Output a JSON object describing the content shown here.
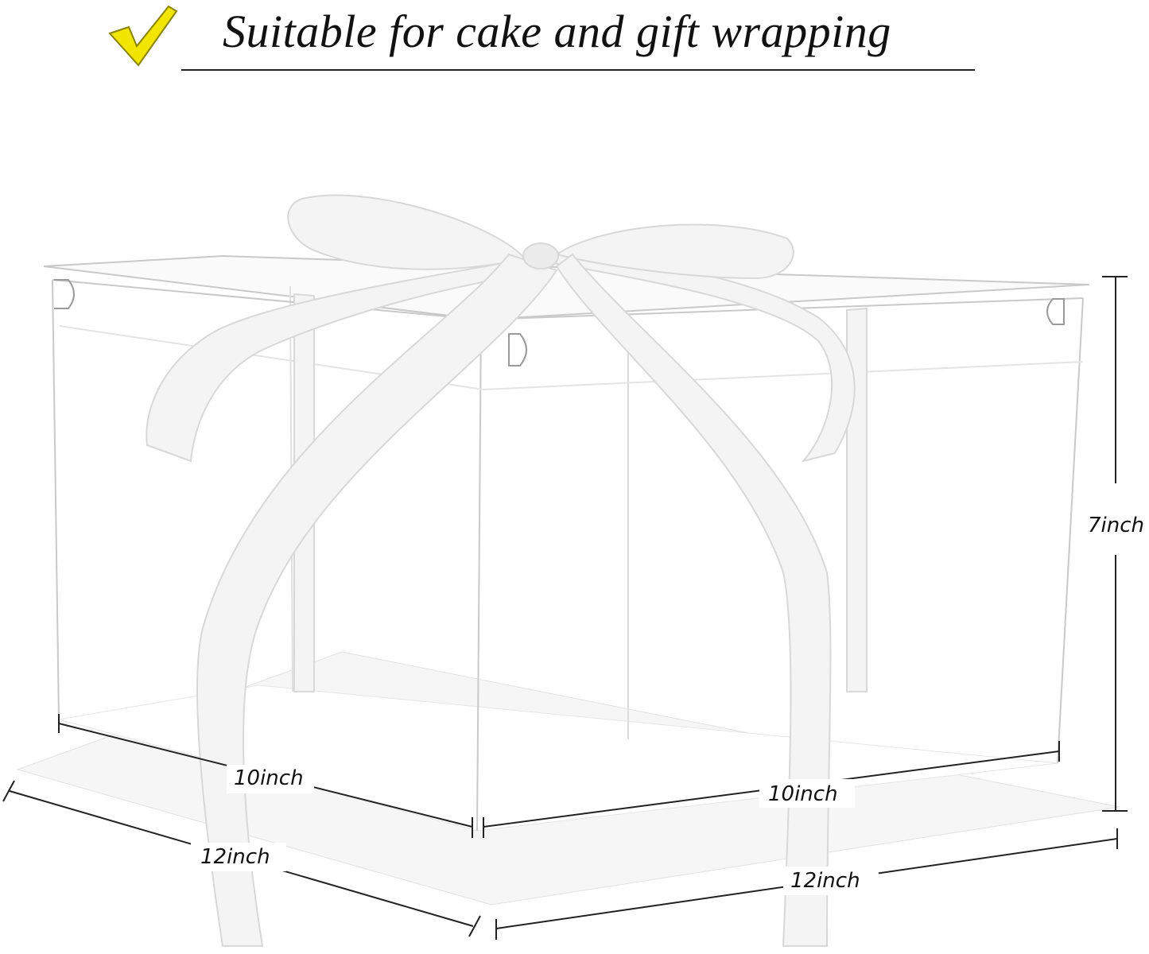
{
  "heading": {
    "text": "Suitable for cake and gift wrapping",
    "check_icon": "checkmark-icon",
    "check_color": "#f2e600"
  },
  "dimensions": {
    "height": "7inch",
    "inner_width": "10inch",
    "inner_depth": "10inch",
    "base_width": "12inch",
    "base_depth": "12inch"
  },
  "product": {
    "box_color": "#ffffff",
    "ribbon_color": "#f4f4f4",
    "ribbon_icon": "ribbon-bow-icon"
  }
}
